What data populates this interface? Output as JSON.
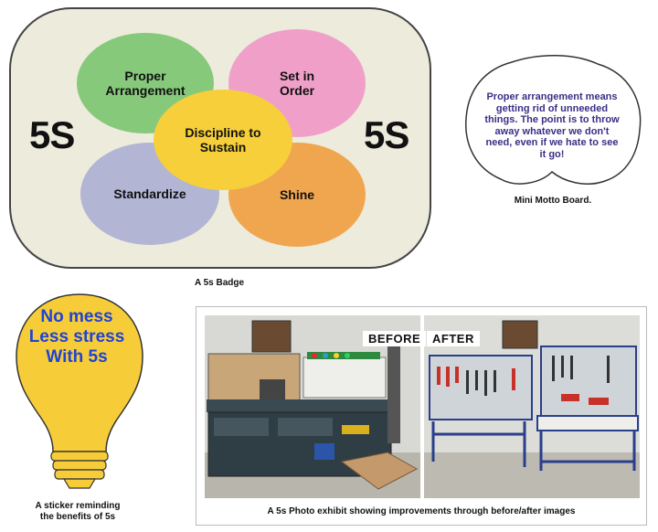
{
  "badge": {
    "petals": {
      "proper_arrangement": "Proper\nArrangement",
      "set_in_order": "Set in\nOrder",
      "discipline": "Discipline to\nSustain",
      "standardize": "Standardize",
      "shine": "Shine"
    },
    "left_label": "5S",
    "right_label": "5S",
    "caption": "A 5s Badge",
    "colors": {
      "proper_arrangement": "#86c97a",
      "set_in_order": "#f0a0c8",
      "discipline": "#f6cf3a",
      "standardize": "#b2b5d4",
      "shine": "#f0a64e"
    }
  },
  "motto": {
    "text": "Proper arrangement means getting rid of unneeded things. The point is to throw away whatever we don't need, even if we hate to see it go!",
    "caption": "Mini Motto Board."
  },
  "sticker": {
    "lines": [
      "No mess",
      "Less stress",
      "With 5s"
    ],
    "caption": "A sticker reminding\nthe benefits of 5s",
    "bulb_color": "#f7cc39"
  },
  "photo_exhibit": {
    "before_label": "BEFORE",
    "after_label": "AFTER",
    "caption": "A 5s Photo exhibit showing improvements through before/after images"
  }
}
